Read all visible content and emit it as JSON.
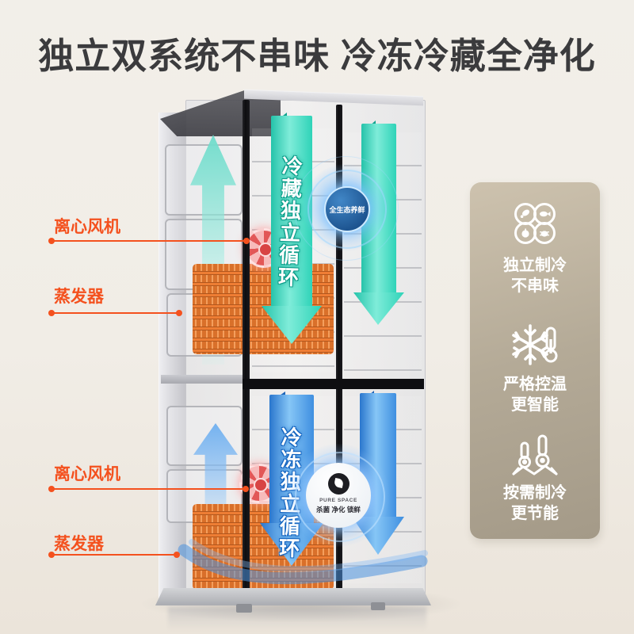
{
  "title": "独立双系统不串味 冷冻冷藏全净化",
  "colors": {
    "title_text": "#3b3b3d",
    "accent_orange": "#f4511e",
    "ribbon_teal": "#2fd3b8",
    "ribbon_blue": "#3f8fe0",
    "card_gradient_top": "#cdc2ae",
    "card_gradient_bottom": "#a49a88",
    "background": "#f1ede6"
  },
  "callouts": [
    {
      "label": "离心风机",
      "section": "refrigerator-upper"
    },
    {
      "label": "蒸发器",
      "section": "refrigerator-upper"
    },
    {
      "label": "离心风机",
      "section": "freezer-lower"
    },
    {
      "label": "蒸发器",
      "section": "freezer-lower"
    }
  ],
  "fridge": {
    "upper": {
      "ribbon_label": "冷藏独立循环",
      "badge_label": "全生态养鲜"
    },
    "lower": {
      "ribbon_label": "冷冻独立循环",
      "badge_brand": "PURE SPACE",
      "badge_features": "杀菌 净化 锁鲜"
    }
  },
  "card": {
    "features": [
      {
        "icon": "food-clover-icon",
        "line1": "独立制冷",
        "line2": "不串味"
      },
      {
        "icon": "snowflake-thermometer-icon",
        "line1": "严格控温",
        "line2": "更智能"
      },
      {
        "icon": "dual-thermometer-icon",
        "line1": "按需制冷",
        "line2": "更节能"
      }
    ]
  }
}
